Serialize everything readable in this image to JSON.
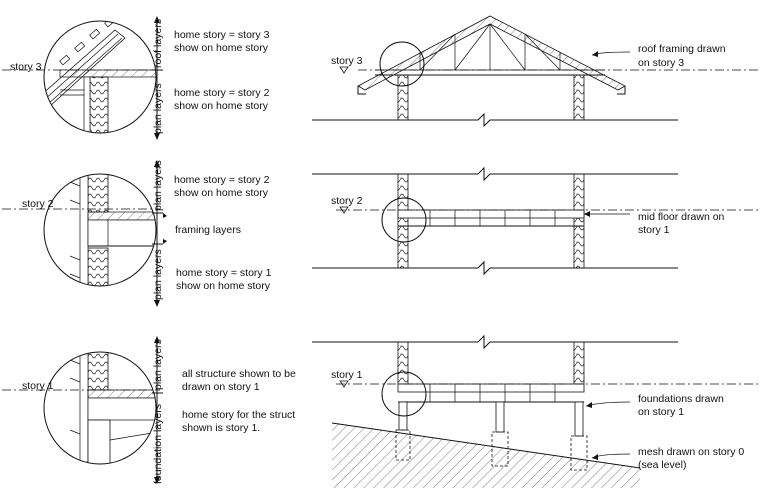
{
  "left_labels": {
    "story3": "story 3",
    "story2": "story 2",
    "story1": "story 1"
  },
  "layer_labels": {
    "roof_layers": "roof layers",
    "plan_layers": "plan layers",
    "foundation_layers": "foundation layers",
    "framing_layers": "framing layers"
  },
  "notes": {
    "top_a1": "home story = story 3",
    "top_a2": "show on home story",
    "top_b1": "home story = story 2",
    "top_b2": "show on home story",
    "mid_a1": "home story = story 2",
    "mid_a2": "show on home story",
    "mid_b1": "home story = story 1",
    "mid_b2": "show on home story",
    "bot_a1": "all structure shown to be",
    "bot_a2": "drawn on story 1",
    "bot_b1": "home story for the struct",
    "bot_b2": "shown is story 1."
  },
  "right_labels": {
    "story3": "story 3",
    "story2": "story 2",
    "story1": "story 1",
    "roof1": "roof framing drawn",
    "roof2": "on story 3",
    "mid1": "mid floor drawn on",
    "mid2": "story 1",
    "found1": "foundations drawn",
    "found2": "on story 1",
    "mesh1": "mesh drawn on story 0",
    "mesh2": "(sea level)"
  }
}
